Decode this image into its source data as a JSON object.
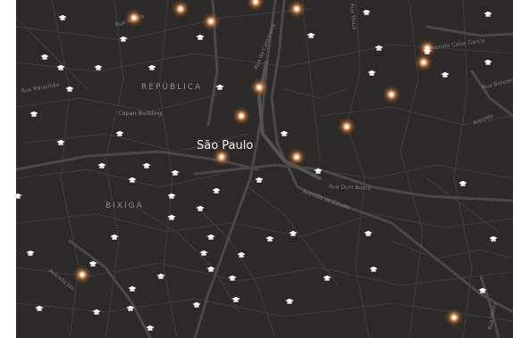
{
  "map": {
    "city_label": "São Paulo",
    "district_labels": [
      "REPÚBLICA",
      "BIXIGA"
    ],
    "place_labels": [
      "Copan Building"
    ],
    "street_labels": [
      "Rua Aurora",
      "Rua da Cantareira",
      "Rua Mauá",
      "Avenida Celso Garcia",
      "Rua Dom Bosco",
      "Avenida do Estado",
      "Rua Maranhão",
      "Avenida Jau",
      "Rua Bresser",
      "Avenida",
      "Rua Henry"
    ],
    "marker_icon": "school-icon",
    "glow_icon": "light-dot-icon",
    "colors": {
      "background": "#2b2a29",
      "road": "#3d3c3a",
      "major_road": "#474644",
      "marker": "#ffffff",
      "glow": "#ffb06a"
    }
  }
}
